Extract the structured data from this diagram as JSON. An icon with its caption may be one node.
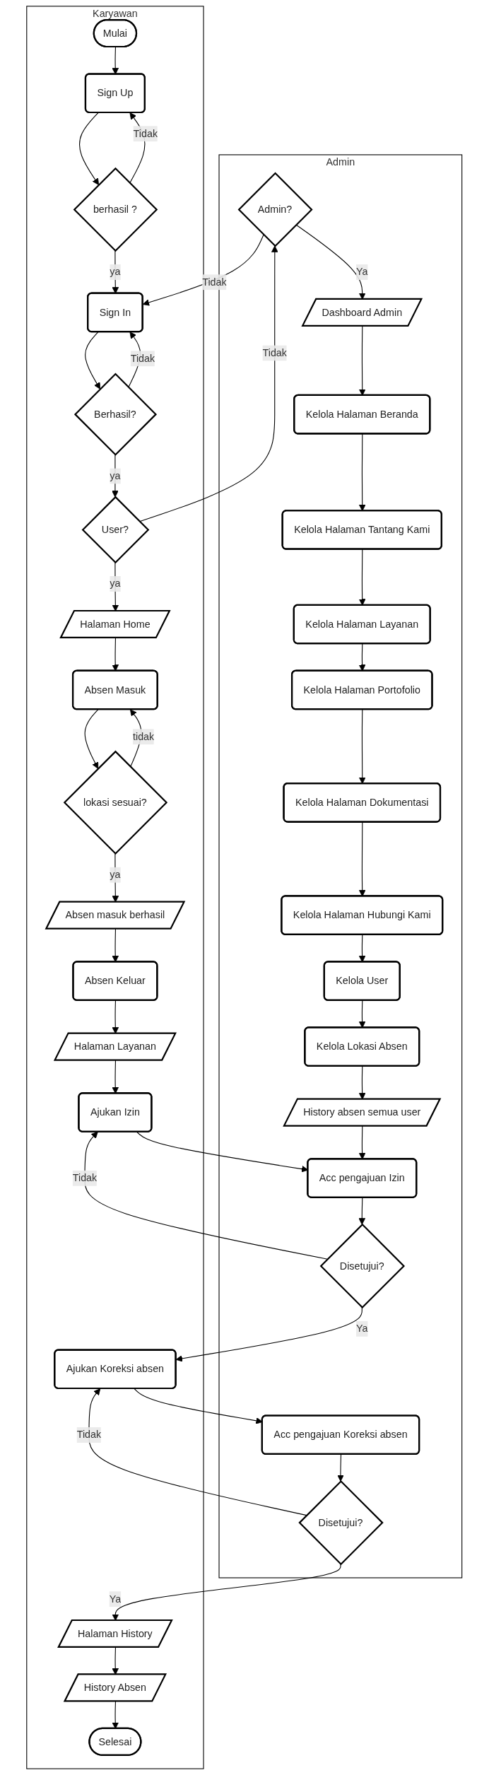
{
  "diagram": {
    "nodes": [
      {
        "text": [
          "Admin"
        ]
      },
      {
        "text": [
          "Karyawan"
        ]
      },
      {
        "text": [
          "Mulai"
        ],
        "in": 1
      },
      {
        "text": [
          "Sign Up"
        ],
        "in": 1
      },
      {
        "text": [
          "berhasil ?"
        ],
        "in": 1
      },
      {
        "text": [
          "Sign In"
        ],
        "in": 1
      },
      {
        "text": [
          "Berhasil?"
        ],
        "in": 1
      },
      {
        "text": [
          "User?"
        ],
        "in": 1
      },
      {
        "text": [
          "Admin?"
        ],
        "in": 0
      },
      {
        "text": [
          "Dashboard Admin"
        ],
        "in": 0
      },
      {
        "text": [
          "Kelola Halaman Beranda"
        ],
        "in": 0
      },
      {
        "text": [
          "Kelola Halaman Tantang Kami"
        ],
        "in": 0
      },
      {
        "text": [
          "Kelola Halaman Layanan"
        ],
        "in": 0
      },
      {
        "text": [
          "Kelola Halaman Portofolio"
        ],
        "in": 0
      },
      {
        "text": [
          "Kelola Halaman Dokumentasi"
        ],
        "in": 0
      },
      {
        "text": [
          "Kelola Halaman Hubungi Kami"
        ],
        "in": 0
      },
      {
        "text": [
          "Kelola User"
        ],
        "in": 0
      },
      {
        "text": [
          "Kelola Lokasi Absen"
        ],
        "in": 0
      },
      {
        "text": [
          "History absen semua user"
        ],
        "in": 0
      },
      {
        "text": [
          "Acc pengajuan Izin"
        ],
        "in": 0
      },
      {
        "text": [
          "Disetujui?"
        ],
        "in": 0
      },
      {
        "text": [
          "Acc pengajuan Koreksi absen"
        ],
        "in": 0
      },
      {
        "text": [
          "Disetujui?"
        ],
        "in": 0
      },
      {
        "text": [
          "Halaman Home"
        ],
        "in": 1
      },
      {
        "text": [
          "Absen Masuk"
        ],
        "in": 1
      },
      {
        "text": [
          "lokasi sesuai?"
        ],
        "in": 1
      },
      {
        "text": [
          "Absen masuk berhasil"
        ],
        "in": 1
      },
      {
        "text": [
          "Absen Keluar"
        ],
        "in": 1
      },
      {
        "text": [
          "Halaman Layanan"
        ],
        "in": 1
      },
      {
        "text": [
          "Ajukan Izin"
        ],
        "in": 1
      },
      {
        "text": [
          "Ajukan Koreksi absen"
        ],
        "in": 1
      },
      {
        "text": [
          "Halaman History"
        ],
        "in": 1
      },
      {
        "text": [
          "History Absen"
        ],
        "in": 1
      },
      {
        "text": [
          "Selesai"
        ],
        "in": 1
      }
    ],
    "edges": [
      {
        "from": 2,
        "to": 3,
        "arrow": "to"
      },
      {
        "from": 3,
        "to": 4,
        "arrow": "to"
      },
      {
        "from": 4,
        "to": 3,
        "arrow": "to",
        "label": "Tidak"
      },
      {
        "from": 4,
        "to": 5,
        "arrow": "to",
        "label": "ya"
      },
      {
        "from": 5,
        "to": 6,
        "arrow": "to"
      },
      {
        "from": 6,
        "to": 5,
        "arrow": "to",
        "label": "Tidak"
      },
      {
        "from": 6,
        "to": 7,
        "arrow": "to",
        "label": "ya"
      },
      {
        "from": 7,
        "to": 8,
        "arrow": "to",
        "label": "Tidak"
      },
      {
        "from": 8,
        "to": 5,
        "arrow": "to",
        "label": "Tidak"
      },
      {
        "from": 8,
        "to": 9,
        "arrow": "to",
        "label": "Ya"
      },
      {
        "from": 7,
        "to": 23,
        "arrow": "to",
        "label": "ya"
      },
      {
        "from": 9,
        "to": 10,
        "arrow": "to"
      },
      {
        "from": 10,
        "to": 11,
        "arrow": "to"
      },
      {
        "from": 11,
        "to": 12,
        "arrow": "to"
      },
      {
        "from": 12,
        "to": 13,
        "arrow": "to"
      },
      {
        "from": 13,
        "to": 14,
        "arrow": "to"
      },
      {
        "from": 14,
        "to": 15,
        "arrow": "to"
      },
      {
        "from": 15,
        "to": 16,
        "arrow": "to"
      },
      {
        "from": 16,
        "to": 17,
        "arrow": "to"
      },
      {
        "from": 17,
        "to": 18,
        "arrow": "to"
      },
      {
        "from": 18,
        "to": 19,
        "arrow": "to"
      },
      {
        "from": 23,
        "to": 24,
        "arrow": "to"
      },
      {
        "from": 24,
        "to": 25,
        "arrow": "to"
      },
      {
        "from": 25,
        "to": 24,
        "arrow": "to",
        "label": "tidak"
      },
      {
        "from": 25,
        "to": 26,
        "arrow": "to",
        "label": "ya"
      },
      {
        "from": 26,
        "to": 27,
        "arrow": "to"
      },
      {
        "from": 27,
        "to": 28,
        "arrow": "to"
      },
      {
        "from": 28,
        "to": 29,
        "arrow": "to"
      },
      {
        "from": 29,
        "to": 19,
        "arrow": "to"
      },
      {
        "from": 19,
        "to": 20,
        "arrow": "to"
      },
      {
        "from": 20,
        "to": 29,
        "arrow": "to",
        "label": "Tidak"
      },
      {
        "from": 20,
        "to": 30,
        "arrow": "to",
        "label": "Ya"
      },
      {
        "from": 30,
        "to": 21,
        "arrow": "to"
      },
      {
        "from": 21,
        "to": 22,
        "arrow": "to"
      },
      {
        "from": 22,
        "to": 30,
        "arrow": "to",
        "label": "Tidak"
      },
      {
        "from": 22,
        "to": 31,
        "arrow": "to",
        "label": "Ya"
      },
      {
        "from": 31,
        "to": 32,
        "arrow": "to"
      },
      {
        "from": 32,
        "to": 33,
        "arrow": "to"
      }
    ]
  }
}
